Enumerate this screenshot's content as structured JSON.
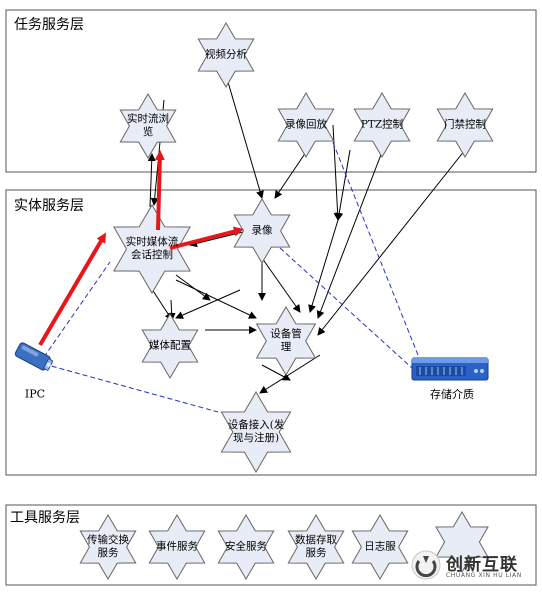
{
  "layers": {
    "task": "任务服务层",
    "entity": "实体服务层",
    "tool": "工具服务层"
  },
  "nodes": {
    "video_analysis": "视频分析",
    "realtime_browse": "实时流浏\n览",
    "playback": "录像回放",
    "ptz": "PTZ控制",
    "door_control": "门禁控制",
    "media_session": "实时媒体流\n会话控制",
    "recording": "录像",
    "media_config": "媒体配置",
    "device_mgmt": "设备管\n理",
    "device_access": "设备接入(发\n现与注册)",
    "transport": "传输交换\n服务",
    "event": "事件服务",
    "security": "安全服务",
    "data_access": "数据存取\n服务",
    "log": "日志服"
  },
  "ipc_label": "IPC",
  "storage_label": "存储介质",
  "watermark": {
    "brand": "创新互联",
    "sub": "CHUANG XIN HU LIAN"
  },
  "colors": {
    "star_fill": "#e8ecf6",
    "star_stroke": "#666666",
    "highlight_arrow": "#e8161b",
    "dashed_link": "#2233cc",
    "storage_blue": "#2a62c9"
  }
}
